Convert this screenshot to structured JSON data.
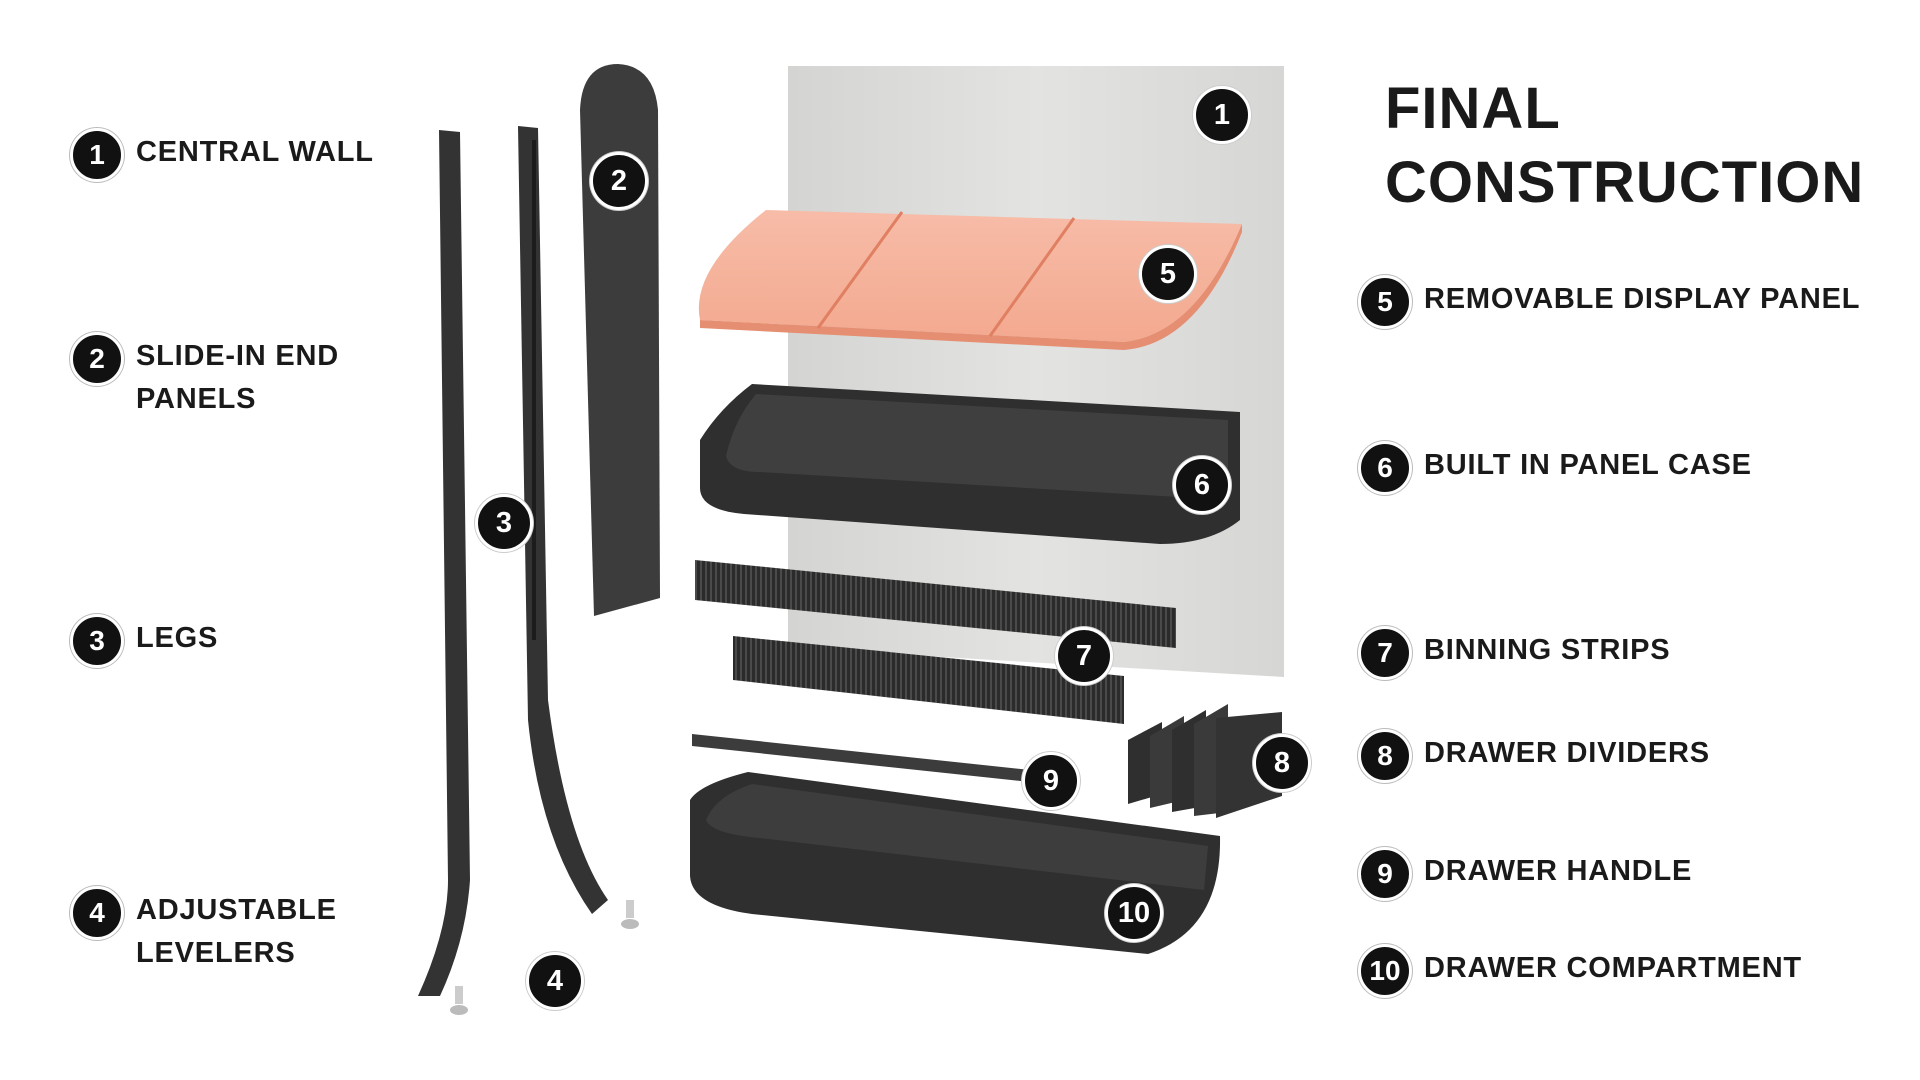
{
  "title": {
    "line1": "FINAL",
    "line2": "CONSTRUCTION"
  },
  "legend_left": [
    {
      "number": "1",
      "lines": [
        "CENTRAL WALL"
      ]
    },
    {
      "number": "2",
      "lines": [
        "SLIDE-IN END",
        "PANELS"
      ]
    },
    {
      "number": "3",
      "lines": [
        "LEGS"
      ]
    },
    {
      "number": "4",
      "lines": [
        "ADJUSTABLE",
        "LEVELERS"
      ]
    }
  ],
  "legend_right": [
    {
      "number": "5",
      "lines": [
        "REMOVABLE DISPLAY PANEL"
      ]
    },
    {
      "number": "6",
      "lines": [
        "BUILT IN PANEL CASE"
      ]
    },
    {
      "number": "7",
      "lines": [
        "BINNING STRIPS"
      ]
    },
    {
      "number": "8",
      "lines": [
        "DRAWER DIVIDERS"
      ]
    },
    {
      "number": "9",
      "lines": [
        "DRAWER HANDLE"
      ]
    },
    {
      "number": "10",
      "lines": [
        "DRAWER COMPARTMENT"
      ]
    }
  ],
  "callouts": [
    "1",
    "2",
    "3",
    "4",
    "5",
    "6",
    "7",
    "8",
    "9",
    "10"
  ],
  "colors": {
    "badge": "#111111",
    "wall": "#d9d9d7",
    "display_panel": "#f5b4a0",
    "parts_dark": "#3a3a3a"
  }
}
